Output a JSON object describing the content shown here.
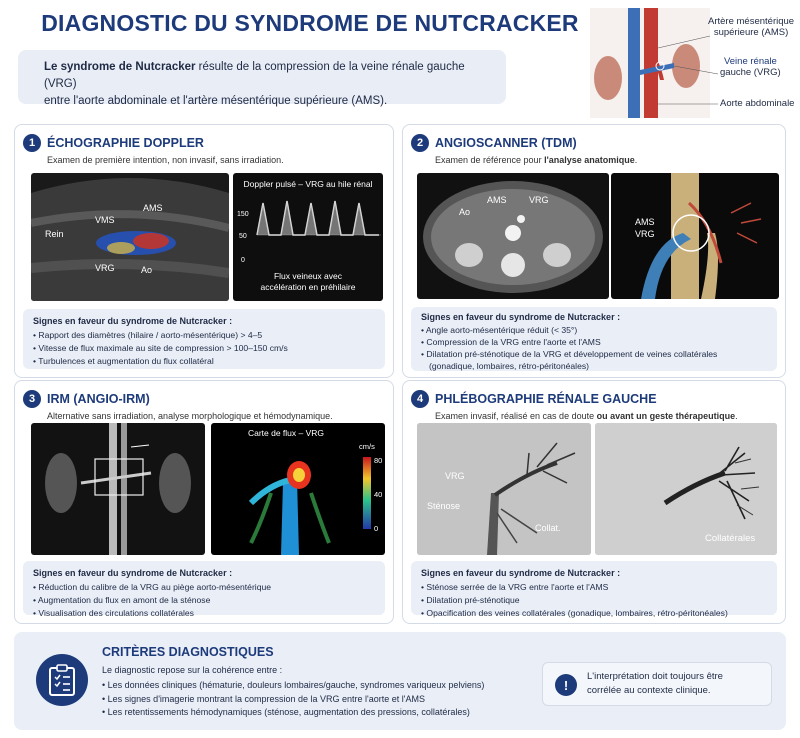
{
  "title": "DIAGNOSTIC DU SYNDROME DE NUTCRACKER",
  "intro": {
    "bold": "Le syndrome de Nutcracker",
    "text1": " résulte de la compression de la veine rénale gauche (VRG)",
    "text2": "entre l'aorte abdominale et l'artère mésentérique supérieure (AMS)."
  },
  "anatomy": {
    "label_ams_1": "Artère mésentérique",
    "label_ams_2": "supérieure (AMS)",
    "label_vrg_1": "Veine rénale",
    "label_vrg_2": "gauche (VRG)",
    "label_aorta": "Aorte abdominale"
  },
  "sections": [
    {
      "number": "1",
      "title": "ÉCHOGRAPHIE DOPPLER",
      "subtitle": "Examen de première intention, non invasif, sans irradiation.",
      "image_labels": [
        "AMS",
        "VRG",
        "Ao",
        "VMS",
        "Rein"
      ],
      "doppler_title": "Doppler pulsé – VRG au hile rénal",
      "doppler_ticks": [
        "150",
        "50",
        "0"
      ],
      "doppler_caption_1": "Flux veineux avec",
      "doppler_caption_2": "accélération en préhilaire",
      "signs_title": "Signes en faveur du syndrome de Nutcracker :",
      "signs": [
        "Rapport des diamètres (hilaire / aorto-mésentérique) > 4–5",
        "Vitesse de flux maximale au site de compression > 100–150 cm/s",
        "Turbulences et augmentation du flux collatéral"
      ]
    },
    {
      "number": "2",
      "title": "ANGIOSCANNER (TDM)",
      "subtitle_pre": "Examen de référence pour ",
      "subtitle_bold": "l'analyse anatomique",
      "subtitle_post": ".",
      "image_labels": [
        "AMS",
        "VRG",
        "Ao"
      ],
      "render_labels": [
        "AMS",
        "VRG"
      ],
      "signs_title": "Signes en faveur du syndrome de Nutcracker :",
      "signs": [
        "Angle aorto-mésentérique réduit (< 35°)",
        "Compression de la VRG entre l'aorte et l'AMS",
        "Dilatation pré-sténotique de la VRG et développement de veines collatérales",
        "(gonadique, lombaires, rétro-péritonéales)"
      ]
    },
    {
      "number": "3",
      "title": "IRM (ANGIO-IRM)",
      "subtitle": "Alternative sans irradiation, analyse morphologique et hémodynamique.",
      "flow_title": "Carte de flux – VRG",
      "flow_unit": "cm/s",
      "flow_ticks": [
        "80",
        "40",
        "0"
      ],
      "signs_title": "Signes en faveur du syndrome de Nutcracker :",
      "signs": [
        "Réduction du calibre de la VRG au piège aorto-mésentérique",
        "Augmentation du flux en amont de la sténose",
        "Visualisation des circulations collatérales"
      ]
    },
    {
      "number": "4",
      "title": "PHLÉBOGRAPHIE RÉNALE GAUCHE",
      "subtitle_pre": "Examen invasif, réalisé en cas de doute ",
      "subtitle_bold": "ou avant un geste thérapeutique",
      "subtitle_post": ".",
      "image_labels": [
        "VRG",
        "Sténose",
        "Collat."
      ],
      "right_label": "Collatérales",
      "signs_title": "Signes en faveur du syndrome de Nutcracker :",
      "signs": [
        "Sténose serrée de la VRG entre l'aorte et l'AMS",
        "Dilatation pré-sténotique",
        "Opacification des veines collatérales (gonadique, lombaires, rétro-péritonéales)"
      ]
    }
  ],
  "criteria": {
    "title": "CRITÈRES DIAGNOSTIQUES",
    "intro": "Le diagnostic repose sur la cohérence entre :",
    "items": [
      "Les données cliniques (hématurie, douleurs lombaires/gauche, syndromes variqueux pelviens)",
      "Les signes d'imagerie montrant la compression de la VRG entre l'aorte et l'AMS",
      "Les retentissements hémodynamiques (sténose, augmentation des pressions, collatérales)"
    ],
    "note_1": "L'interprétation doit toujours être",
    "note_2": "corrélée au contexte clinique."
  },
  "colors": {
    "primary": "#1d3a7a",
    "panel_bg": "#e9eef7"
  }
}
